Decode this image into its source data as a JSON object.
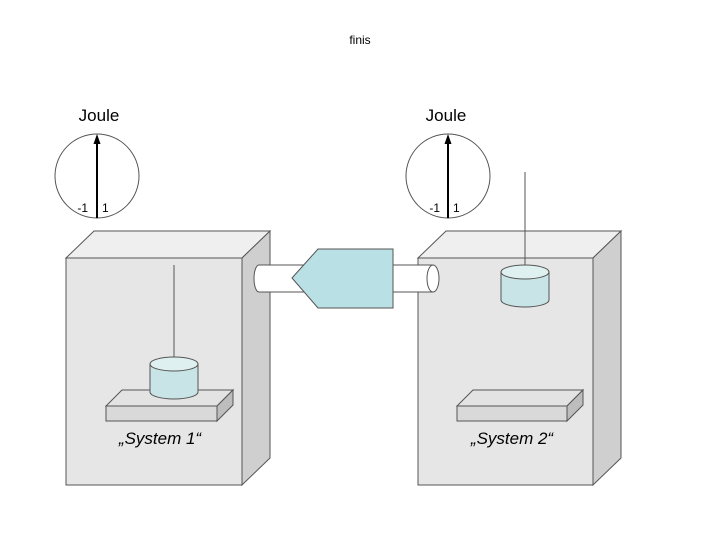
{
  "title": "finis",
  "meters": [
    {
      "unit_label": "Joule",
      "tick_neg": "-1",
      "tick_pos": "1"
    },
    {
      "unit_label": "Joule",
      "tick_neg": "-1",
      "tick_pos": "1"
    }
  ],
  "systems": [
    {
      "label": "„System 1“"
    },
    {
      "label": "„System 2“"
    }
  ],
  "colors": {
    "box_front": "#e6e6e6",
    "box_top": "#efefef",
    "box_side": "#cfcfcf",
    "cylinder": "#c9e4e6",
    "plate": "#d9d9d9",
    "valve": "#b9e0e4"
  }
}
